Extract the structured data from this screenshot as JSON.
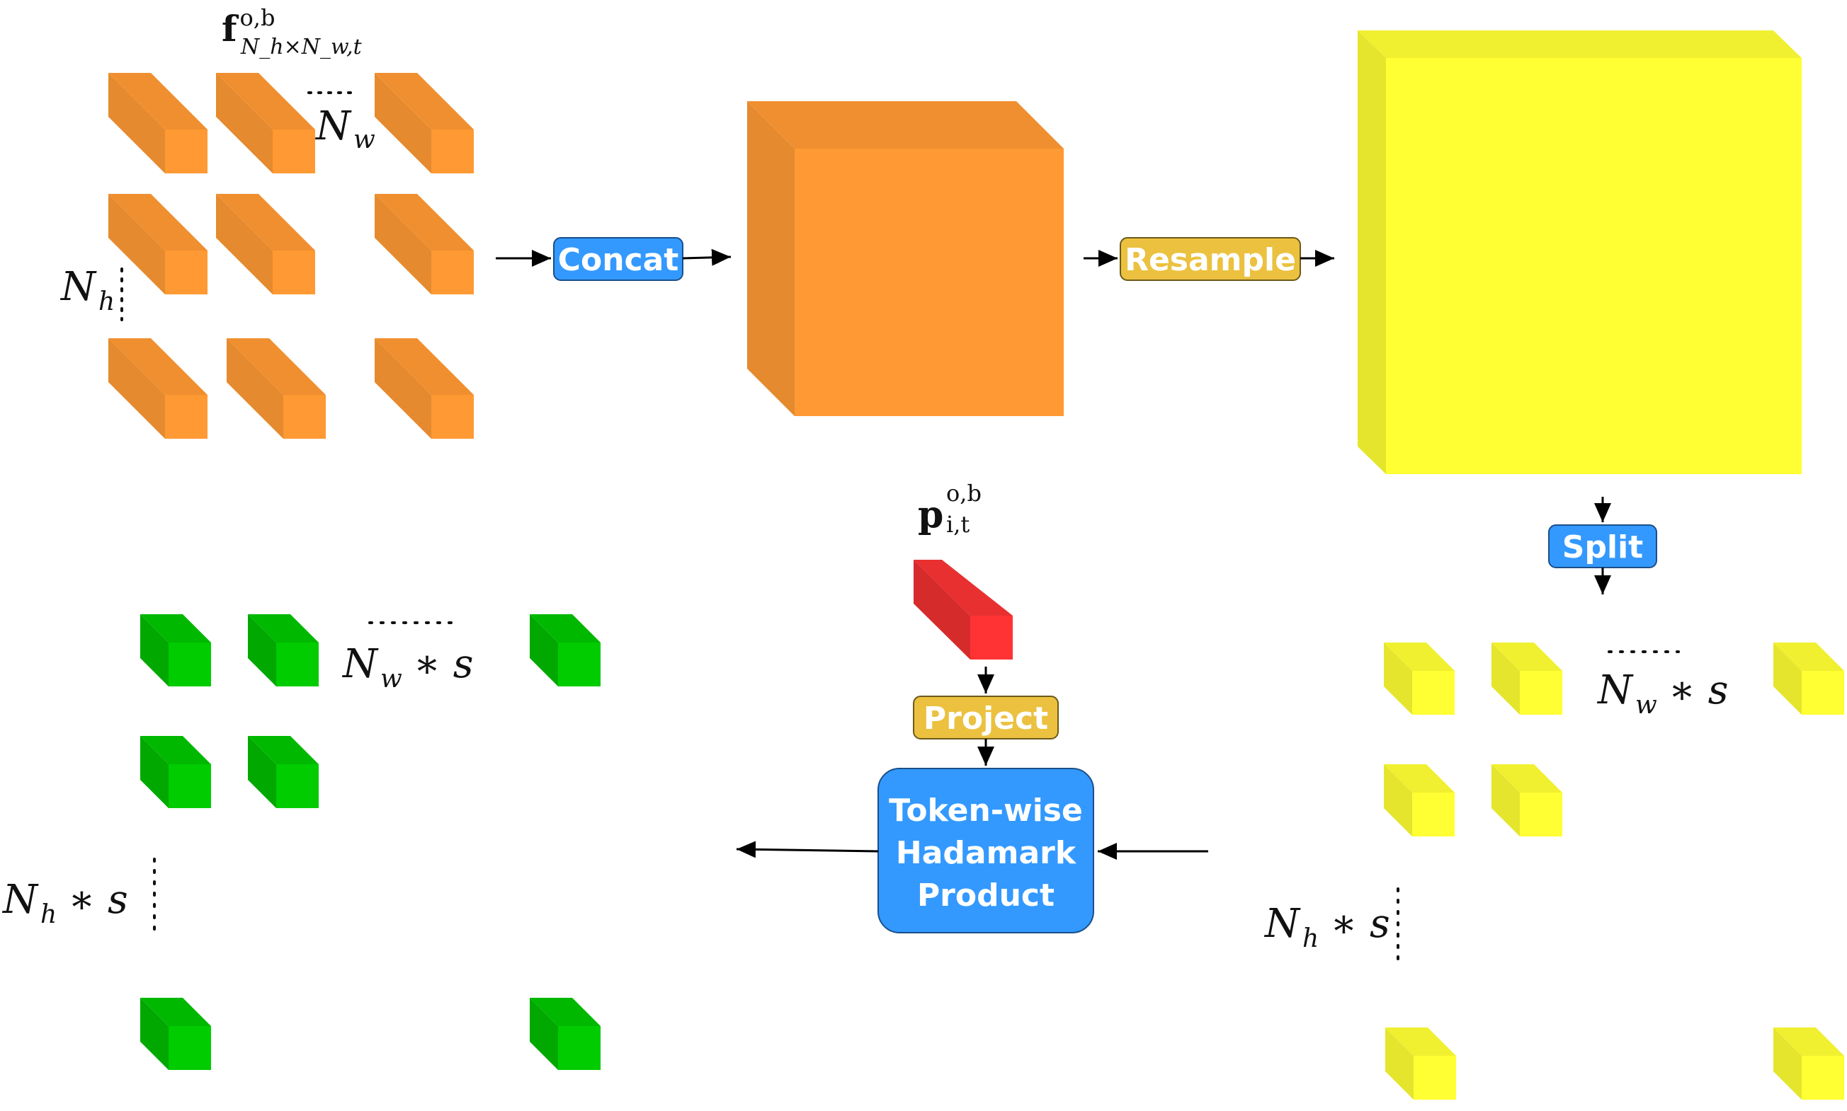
{
  "colors": {
    "orange_front": "#FF9933",
    "orange_side": "#E58A2E",
    "orange_top": "#F08F30",
    "yellow_front": "#FFFF33",
    "yellow_side": "#E5E52E",
    "yellow_top": "#F0F030",
    "green_front": "#00CC00",
    "green_side": "#00A800",
    "green_top": "#00B800",
    "red_front": "#FF3333",
    "red_side": "#D62B2B",
    "red_top": "#E83030",
    "blue_button": "#3399FF",
    "gold_button": "#EBC13F"
  },
  "labels": {
    "feature_bold": "f",
    "feature_sup": "o,b",
    "feature_sub": "N_h×N_w,t",
    "nw_base": "N",
    "nw_sub": "w",
    "nh_base": "N",
    "nh_sub": "h",
    "nws_base": "N",
    "nws_sub": "w",
    "nws_tail": "∗ s",
    "nhs_base": "N",
    "nhs_sub": "h",
    "nhs_tail": "∗ s",
    "prompt_bold": "p",
    "prompt_sup": "o,b",
    "prompt_sub": "i,t"
  },
  "buttons": {
    "concat": "Concat",
    "resample": "Resample",
    "split": "Split",
    "project": "Project",
    "hadamard_line1": "Token-wise",
    "hadamard_line2": "Hadamark",
    "hadamard_line3": "Product"
  }
}
